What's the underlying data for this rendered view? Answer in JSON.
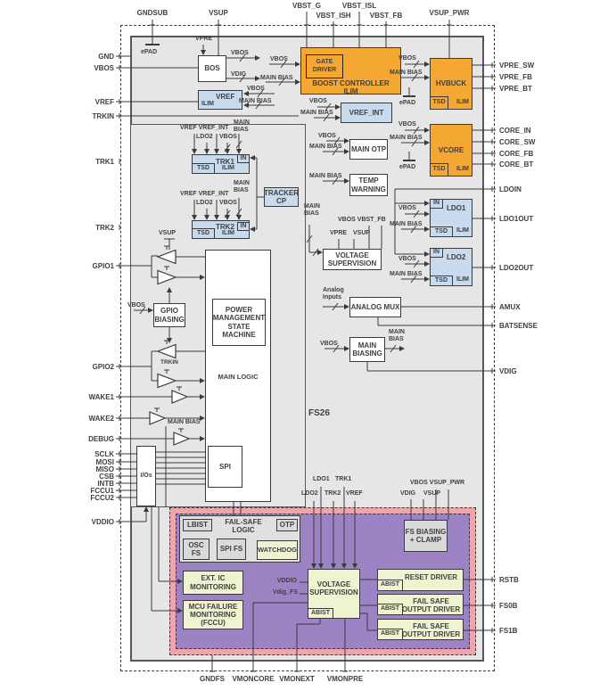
{
  "chip": {
    "name": "FS26"
  },
  "colors": {
    "orange": "#F5A733",
    "blue": "#C7DAEE",
    "purple": "#9C83C4",
    "pink": "#F2A4AA",
    "yellow": "#EFF3CF",
    "chip_gray": "#E5E6E5",
    "box_gray": "#D9DADB",
    "line": "#3A3A3C"
  },
  "pins": {
    "top": [
      "GNDSUB",
      "VSUP",
      "VBST_G",
      "VBST_ISH",
      "VBST_ISL",
      "VBST_FB",
      "VSUP_PWR"
    ],
    "left": [
      "GND",
      "VBOS",
      "VREF",
      "TRKIN",
      "TRK1",
      "TRK2",
      "GPIO1",
      "GPIO2",
      "WAKE1",
      "WAKE2",
      "DEBUG",
      "SCLK",
      "MOSI",
      "MISO",
      "CSB",
      "INTB",
      "FCCU1",
      "FCCU2",
      "VDDIO"
    ],
    "right": [
      "VPRE_SW",
      "VPRE_FB",
      "VPRE_BT",
      "CORE_IN",
      "CORE_SW",
      "CORE_FB",
      "CORE_BT",
      "LDOIN",
      "LDO1OUT",
      "LDO2OUT",
      "AMUX",
      "BATSENSE",
      "VDIG",
      "RSTB",
      "FS0B",
      "FS1B"
    ],
    "bottom": [
      "GNDFS",
      "VMONCORE",
      "VMONEXT",
      "VMONPRE"
    ]
  },
  "blocks": {
    "bos": "BOS",
    "vref": "VREF",
    "gate_driver": "GATE DRIVER",
    "boost": "BOOST CONTROLLER",
    "boost_ilim": "ILIM",
    "vref_int": "VREF_INT",
    "hvbuck": "HVBUCK",
    "vcore": "VCORE",
    "ldo1": "LDO1",
    "ldo2": "LDO2",
    "main_otp": "MAIN OTP",
    "temp_warning": "TEMP WARNING",
    "voltage_supervision": "VOLTAGE SUPERVISION",
    "analog_mux": "ANALOG MUX",
    "main_biasing": "MAIN BIASING",
    "trk1": "TRK1",
    "trk2": "TRK2",
    "tracker_cp": "TRACKER CP",
    "gpio_biasing": "GPIO BIASING",
    "pmsm": "POWER MANAGEMENT STATE MACHINE",
    "main_logic": "MAIN LOGIC",
    "spi": "SPI",
    "ios": "I/Os",
    "fail_safe_logic": "FAIL-SAFE LOGIC",
    "lbist": "LBIST",
    "otp": "OTP",
    "osc_fs": "OSC FS",
    "spi_fs": "SPI FS",
    "watchdog": "WATCHDOG",
    "ext_ic_monitoring": "EXT. IC MONITORING",
    "mcu_failure_monitoring": "MCU FAILURE MONITORING (FCCU)",
    "fs_voltage_supervision": "VOLTAGE SUPERVISION",
    "fs_biasing_clamp": "FS BIASING + CLAMP",
    "reset_driver": "RESET DRIVER",
    "fail_safe_output_driver": "FAIL SAFE OUTPUT DRIVER"
  },
  "sig": {
    "vbos": "VBOS",
    "vdig": "VDIG",
    "vpre": "VPRE",
    "vsup": "VSUP",
    "main_bias": "MAIN BIAS",
    "main_bias_2l": "MAIN\nBIAS",
    "ldo2": "LDO2",
    "ldo1": "LDO1",
    "trk1": "TRK1",
    "trk2": "TRK2",
    "vref": "VREF",
    "vref_vref_int": "VREF VREF_INT",
    "in": "IN",
    "tsd": "TSD",
    "ilim": "ILIM",
    "epad": "ePAD",
    "analog_inputs": "Analog\nInputs",
    "vbos_vbst_fb": "VBOS VBST_FB",
    "vbos_vsup_pwr": "VBOS VSUP_PWR",
    "vddio": "VDDIO",
    "vdig_fs": "Vdig_FS",
    "trkin": "TRKIN",
    "abist": "ABIST"
  }
}
